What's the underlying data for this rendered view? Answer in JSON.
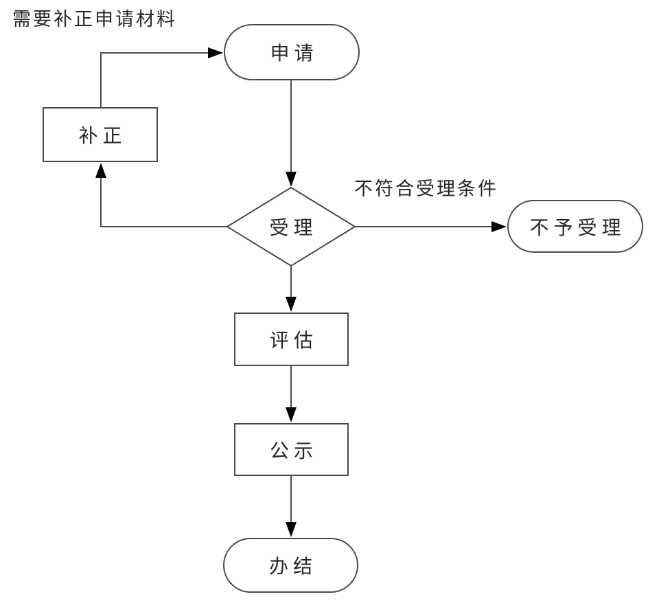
{
  "diagram": {
    "type": "flowchart",
    "nodes": {
      "apply": {
        "label": "申请",
        "shape": "terminator"
      },
      "supplement": {
        "label": "补正",
        "shape": "process"
      },
      "accept": {
        "label": "受理",
        "shape": "decision"
      },
      "reject": {
        "label": "不予受理",
        "shape": "terminator"
      },
      "evaluate": {
        "label": "评估",
        "shape": "process"
      },
      "publicity": {
        "label": "公示",
        "shape": "process"
      },
      "complete": {
        "label": "办结",
        "shape": "terminator"
      }
    },
    "edges": [
      {
        "from": "apply",
        "to": "accept",
        "label": ""
      },
      {
        "from": "accept",
        "to": "reject",
        "label": "不符合受理条件"
      },
      {
        "from": "accept",
        "to": "supplement",
        "label": ""
      },
      {
        "from": "supplement",
        "to": "apply",
        "label": "需要补正申请材料"
      },
      {
        "from": "accept",
        "to": "evaluate",
        "label": ""
      },
      {
        "from": "evaluate",
        "to": "publicity",
        "label": ""
      },
      {
        "from": "publicity",
        "to": "complete",
        "label": ""
      }
    ],
    "edge_labels": {
      "need_supplement": "需要补正申请材料",
      "not_accepted": "不符合受理条件"
    },
    "colors": {
      "line": "#4a4a4a",
      "arrow": "#000000",
      "text": "#262626",
      "background": "#ffffff"
    }
  }
}
